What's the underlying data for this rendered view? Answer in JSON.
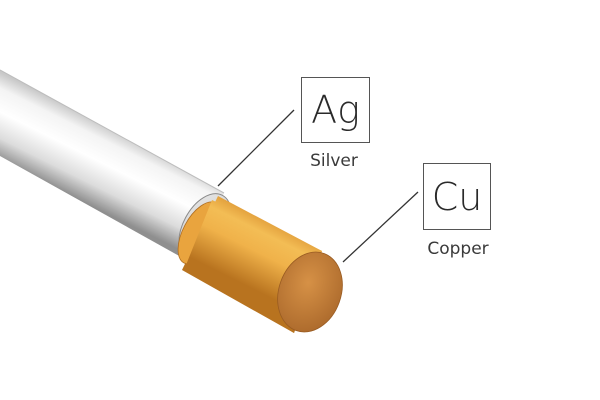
{
  "elements": [
    {
      "symbol": "Ag",
      "name": "Silver"
    },
    {
      "symbol": "Cu",
      "name": "Copper"
    }
  ],
  "colors": {
    "sheath": "#e4e4e4",
    "copper": "#e8a73a",
    "copper_face": "#c8813a",
    "leader_line": "#333333"
  }
}
